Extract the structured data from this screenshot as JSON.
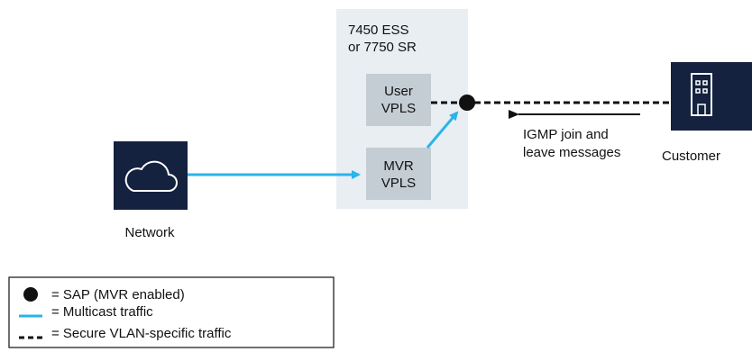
{
  "router": {
    "line1": "7450 ESS",
    "line2": "or 7750 SR"
  },
  "user_vpls": {
    "line1": "User",
    "line2": "VPLS"
  },
  "mvr_vpls": {
    "line1": "MVR",
    "line2": "VPLS"
  },
  "network": {
    "label": "Network",
    "icon": "cloud-icon"
  },
  "customer": {
    "label": "Customer",
    "icon": "building-icon"
  },
  "igmp_label": {
    "line1": "IGMP join and",
    "line2": "leave messages"
  },
  "legend": {
    "sap": "= SAP (MVR enabled)",
    "multicast": "= Multicast traffic",
    "secure": "= Secure VLAN-specific traffic"
  },
  "colors": {
    "multicast": "#2ab4e8",
    "router_bg": "#e8eef2",
    "vpls_box": "#c4cdd4",
    "icon_bg": "#14213f",
    "secure": "#111111"
  }
}
